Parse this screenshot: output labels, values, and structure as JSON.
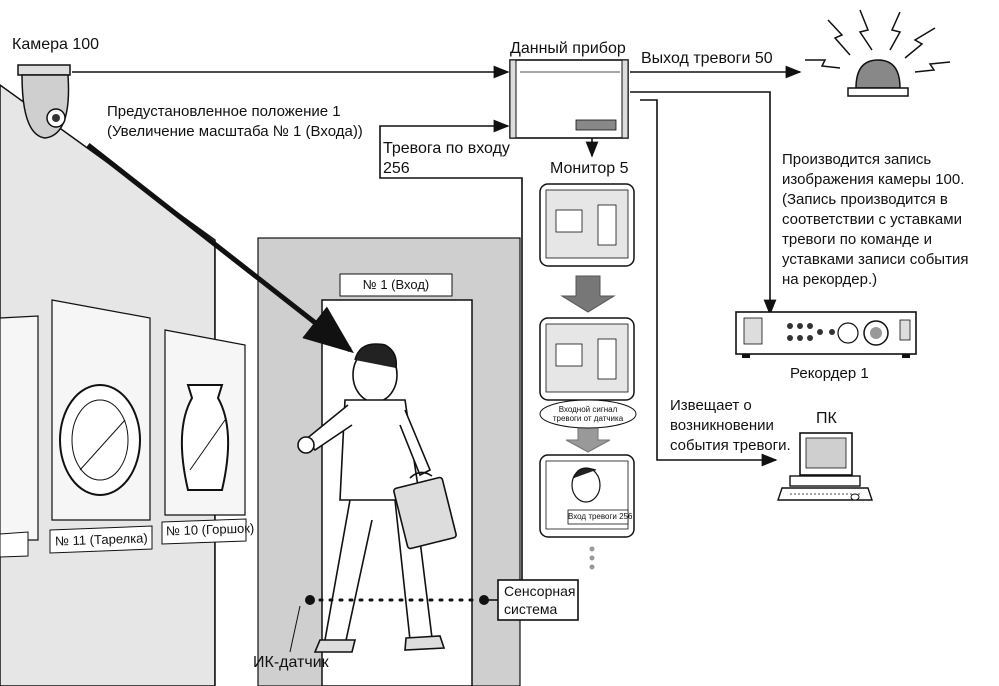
{
  "labels": {
    "camera": "Камера 100",
    "device": "Данный прибор",
    "alarm_out": "Выход тревоги 50",
    "preset_line1": "Предустановленное положение 1",
    "preset_line2": "(Увеличение масштаба № 1 (Входа))",
    "alarm_in_line1": "Тревога по входу",
    "alarm_in_line2": "256",
    "monitor": "Монитор 5",
    "record_line1": "Производится запись",
    "record_line2": "изображения камеры 100.",
    "record_line3": "(Запись производится в",
    "record_line4": "соответствии с уставками",
    "record_line5": "тревоги по команде и",
    "record_line6": "уставками записи события",
    "record_line7": "на рекордер.)",
    "recorder": "Рекордер 1",
    "notify_line1": "Извещает о",
    "notify_line2": "возникновении",
    "notify_line3": "события тревоги.",
    "pc": "ПК",
    "door_sign": "№ 1 (Вход)",
    "sensor_bubble_line1": "Входной сигнал",
    "sensor_bubble_line2": "тревоги от датчика",
    "screen_label": "Вход тревоги 256",
    "plate_label": "№ 11 (Тарелка)",
    "vase_label": "№ 10 (Горшок)",
    "sensor_system_line1": "Сенсорная",
    "sensor_system_line2": "система",
    "ir_sensor": "ИК-датчик"
  }
}
